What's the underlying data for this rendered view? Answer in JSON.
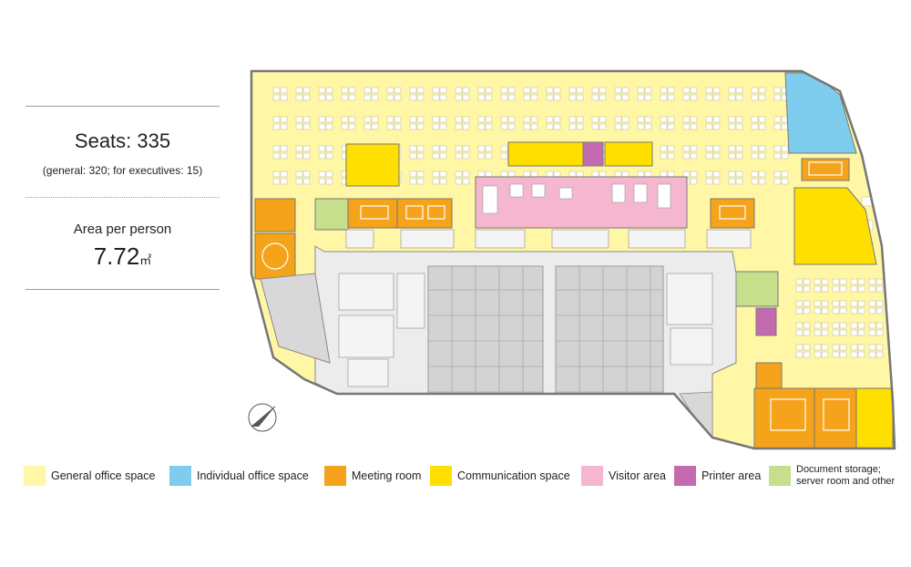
{
  "stats": {
    "seats": "Seats: 335",
    "seats_detail": "(general: 320; for executives: 15)",
    "area_label": "Area per person",
    "area_value": "7.72",
    "area_unit": "㎡"
  },
  "legend": [
    {
      "label": "General office space",
      "color": "#fff7a6"
    },
    {
      "label": "Individual office space",
      "color": "#7fcdee"
    },
    {
      "label": "Meeting room",
      "color": "#f5a31a"
    },
    {
      "label": "Communication space",
      "color": "#ffdf00"
    },
    {
      "label": "Visitor area",
      "color": "#f5b7cf"
    },
    {
      "label": "Printer area",
      "color": "#c46bb0"
    },
    {
      "label": "Document storage;\nserver room and other",
      "color": "#c5df8c"
    }
  ],
  "colors": {
    "core": "#d8d8d8",
    "core_line": "#8a8a8a",
    "desk": "#ffffff",
    "wall": "#777777"
  }
}
